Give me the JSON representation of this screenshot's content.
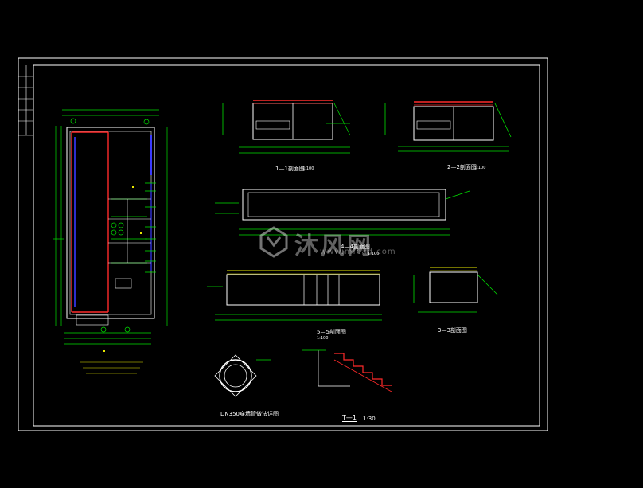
{
  "drawing": {
    "sections": {
      "s11_title": "1—1剖面图",
      "s11_scale": "1:100",
      "s22_title": "2—2剖面图",
      "s22_scale": "1:100",
      "s33_title": "3—3剖面图",
      "s44_title": "4—4剖面图",
      "s44_scale": "1:100",
      "s55_title": "5—5剖面图",
      "s55_scale": "1:100"
    },
    "pipe_detail_title": "DN350穿墙管做法详图",
    "stair_detail_title": "T—1",
    "stair_detail_scale": "1:30"
  },
  "watermark": {
    "brand": "沐风网",
    "url": "www.mfcad.com"
  },
  "colors": {
    "background": "#000000",
    "frame": "#ffffff",
    "red": "#ff2a2a",
    "green": "#00e000",
    "blue": "#3a3aff",
    "yellow": "#e8e800"
  }
}
